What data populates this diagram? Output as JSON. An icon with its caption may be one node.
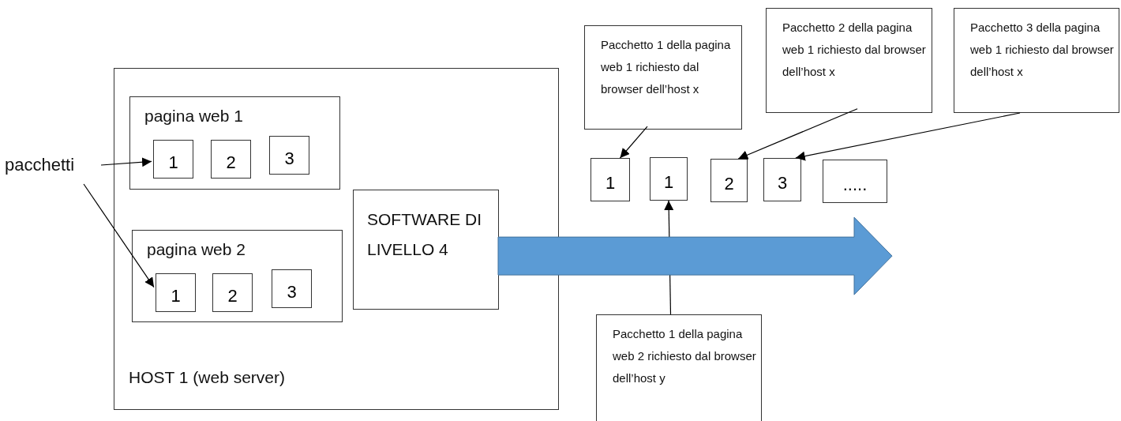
{
  "diagram": {
    "nodes": [
      {
        "text": [
          "HOST 1 (web server)"
        ]
      },
      {
        "text": [
          "pagina web 1"
        ],
        "in": 0
      },
      {
        "text": [
          "1"
        ],
        "in": 1
      },
      {
        "text": [
          "2"
        ],
        "in": 1
      },
      {
        "text": [
          "3"
        ],
        "in": 1
      },
      {
        "text": [
          "pagina web 2"
        ],
        "in": 0
      },
      {
        "text": [
          "1"
        ],
        "in": 5
      },
      {
        "text": [
          "2"
        ],
        "in": 5
      },
      {
        "text": [
          "3"
        ],
        "in": 5
      },
      {
        "text": [
          "SOFTWARE DI LIVELLO 4"
        ],
        "in": 0
      },
      {
        "text": [
          "pacchetti"
        ]
      },
      {
        "text": [
          "Pacchetto 1 della pagina web 1 richiesto dal browser dell’host x"
        ]
      },
      {
        "text": [
          "Pacchetto 2 della pagina web 1 richiesto dal browser dell’host x"
        ]
      },
      {
        "text": [
          "Pacchetto 3 della pagina web 1 richiesto dal browser dell’host x"
        ]
      },
      {
        "text": [
          "1"
        ]
      },
      {
        "text": [
          "1"
        ]
      },
      {
        "text": [
          "2"
        ]
      },
      {
        "text": [
          "3"
        ]
      },
      {
        "text": [
          "....."
        ]
      },
      {
        "text": [
          "Pacchetto 1 della pagina web 2 richiesto dal browser dell’host y"
        ]
      }
    ],
    "edges": [
      {
        "from": 10,
        "to": 2,
        "arrow": "to"
      },
      {
        "from": 10,
        "to": 6,
        "arrow": "to"
      },
      {
        "from": 11,
        "to": 14,
        "arrow": "to"
      },
      {
        "from": 12,
        "to": 16,
        "arrow": "to"
      },
      {
        "from": 13,
        "to": 17,
        "arrow": "to"
      },
      {
        "from": 19,
        "to": 15,
        "arrow": "to"
      },
      {
        "from": 9,
        "to": null,
        "arrow": "to",
        "style": "thick",
        "color": "#5b9bd5"
      }
    ]
  }
}
